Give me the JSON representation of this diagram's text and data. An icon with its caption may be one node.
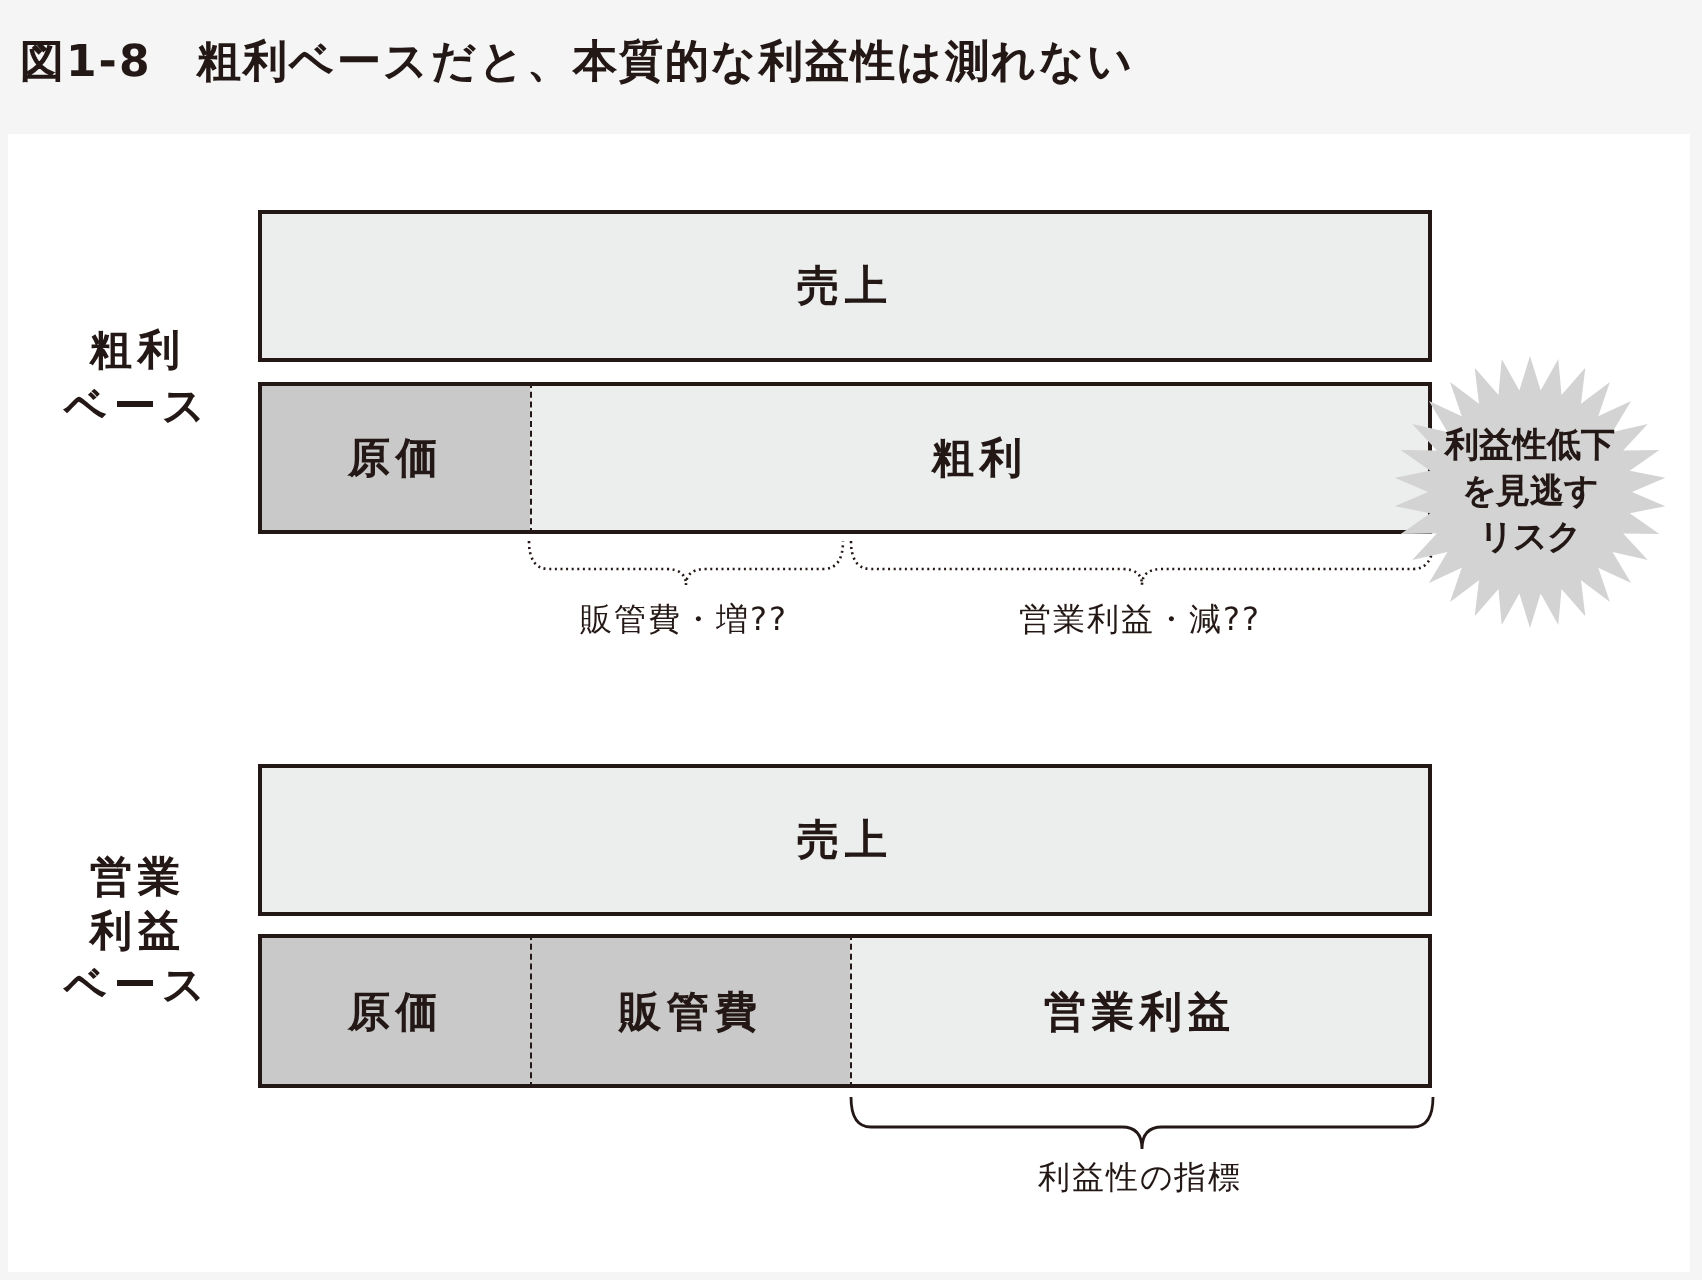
{
  "diagram": {
    "title": "図1-8　粗利ベースだと、本質的な利益性は測れない",
    "nodes": [
      {
        "text": [
          "売上"
        ]
      },
      {
        "text": [
          "原価"
        ]
      },
      {
        "text": [
          "粗利"
        ]
      },
      {
        "text": [
          "利益性低下を見逃すリスク"
        ]
      },
      {
        "text": [
          "売上"
        ]
      },
      {
        "text": [
          "原価"
        ]
      },
      {
        "text": [
          "販管費"
        ]
      },
      {
        "text": [
          "営業利益"
        ]
      }
    ],
    "labels": [
      "粗利ベース",
      "販管費・増??",
      "営業利益・減??",
      "営業利益ベース",
      "利益性の指標"
    ]
  }
}
